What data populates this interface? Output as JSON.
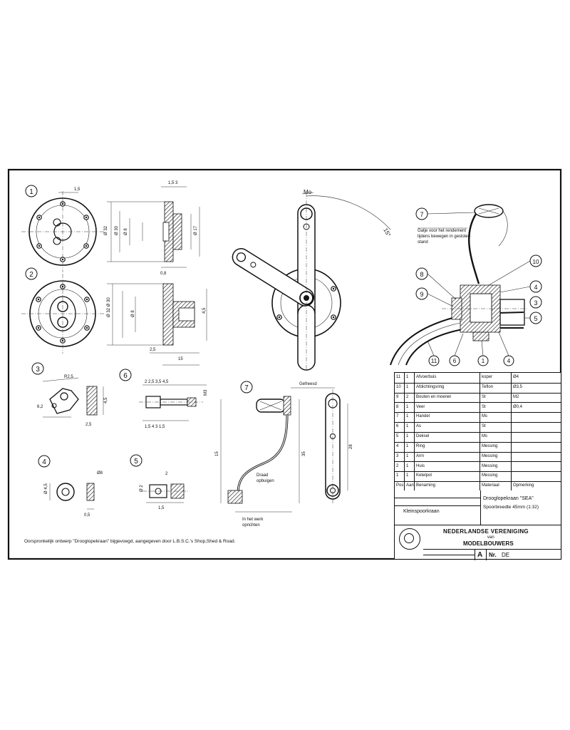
{
  "callouts": {
    "d1": "1",
    "d2": "2",
    "d3": "3",
    "d4": "4",
    "d5": "5",
    "d6": "6",
    "d7": "7",
    "assembly_top": "7",
    "assembly_left_a": "8",
    "assembly_left_b": "9",
    "assembly_right_a": "10",
    "assembly_right_b": "4",
    "assembly_right_c": "3",
    "assembly_right_d": "5"
  },
  "angle_label": "Mo",
  "assembly_note": "Gefreesd",
  "parts_list": {
    "rows": [
      {
        "pos": "11",
        "qty": "1",
        "name": "Afvoerbuis",
        "material": "koper",
        "size": "Ø4"
      },
      {
        "pos": "10",
        "qty": "1",
        "name": "Afdichtingsring",
        "material": "Teflon",
        "size": "Ø3,5"
      },
      {
        "pos": "9",
        "qty": "2",
        "name": "Bouten en moeren",
        "material": "St",
        "size": "M2"
      },
      {
        "pos": "8",
        "qty": "1",
        "name": "Veer",
        "material": "St",
        "size": "Ø0,4"
      },
      {
        "pos": "7",
        "qty": "1",
        "name": "Handel",
        "material": "Ms",
        "size": ""
      },
      {
        "pos": "6",
        "qty": "1",
        "name": "As",
        "material": "St",
        "size": ""
      },
      {
        "pos": "5",
        "qty": "1",
        "name": "Deksel",
        "material": "Ms",
        "size": ""
      },
      {
        "pos": "4",
        "qty": "1",
        "name": "Ring",
        "material": "Messing",
        "size": ""
      },
      {
        "pos": "3",
        "qty": "1",
        "name": "Arm",
        "material": "Messing",
        "size": ""
      },
      {
        "pos": "2",
        "qty": "1",
        "name": "Huis",
        "material": "Messing",
        "size": ""
      },
      {
        "pos": "1",
        "qty": "1",
        "name": "Ketelpot",
        "material": "Messing",
        "size": ""
      }
    ],
    "header": {
      "pos": "Pos",
      "qty": "Aant",
      "name": "Benaming",
      "material": "Materiaal",
      "size": "Opmerking"
    }
  },
  "title_block": {
    "item_title": "Drooglopekraan \"SEA\"",
    "item_subtitle": "Spoorbreedte 45mm (1:32)",
    "drawing_name": "Kleinspoorkraan",
    "org_line1": "NEDERLANDSE VERENIGING",
    "org_line2": "van",
    "org_line3": "MODELBOUWERS",
    "size": "A",
    "drawing_no_label": "Nr.",
    "drawing_no": "DE"
  },
  "footer_note": "Oorspronkelijk ontwerp \"Drooglopekraan\" bijgevoegd, aangegeven door L.B.S.C.'s Shop,Shed & Road."
}
